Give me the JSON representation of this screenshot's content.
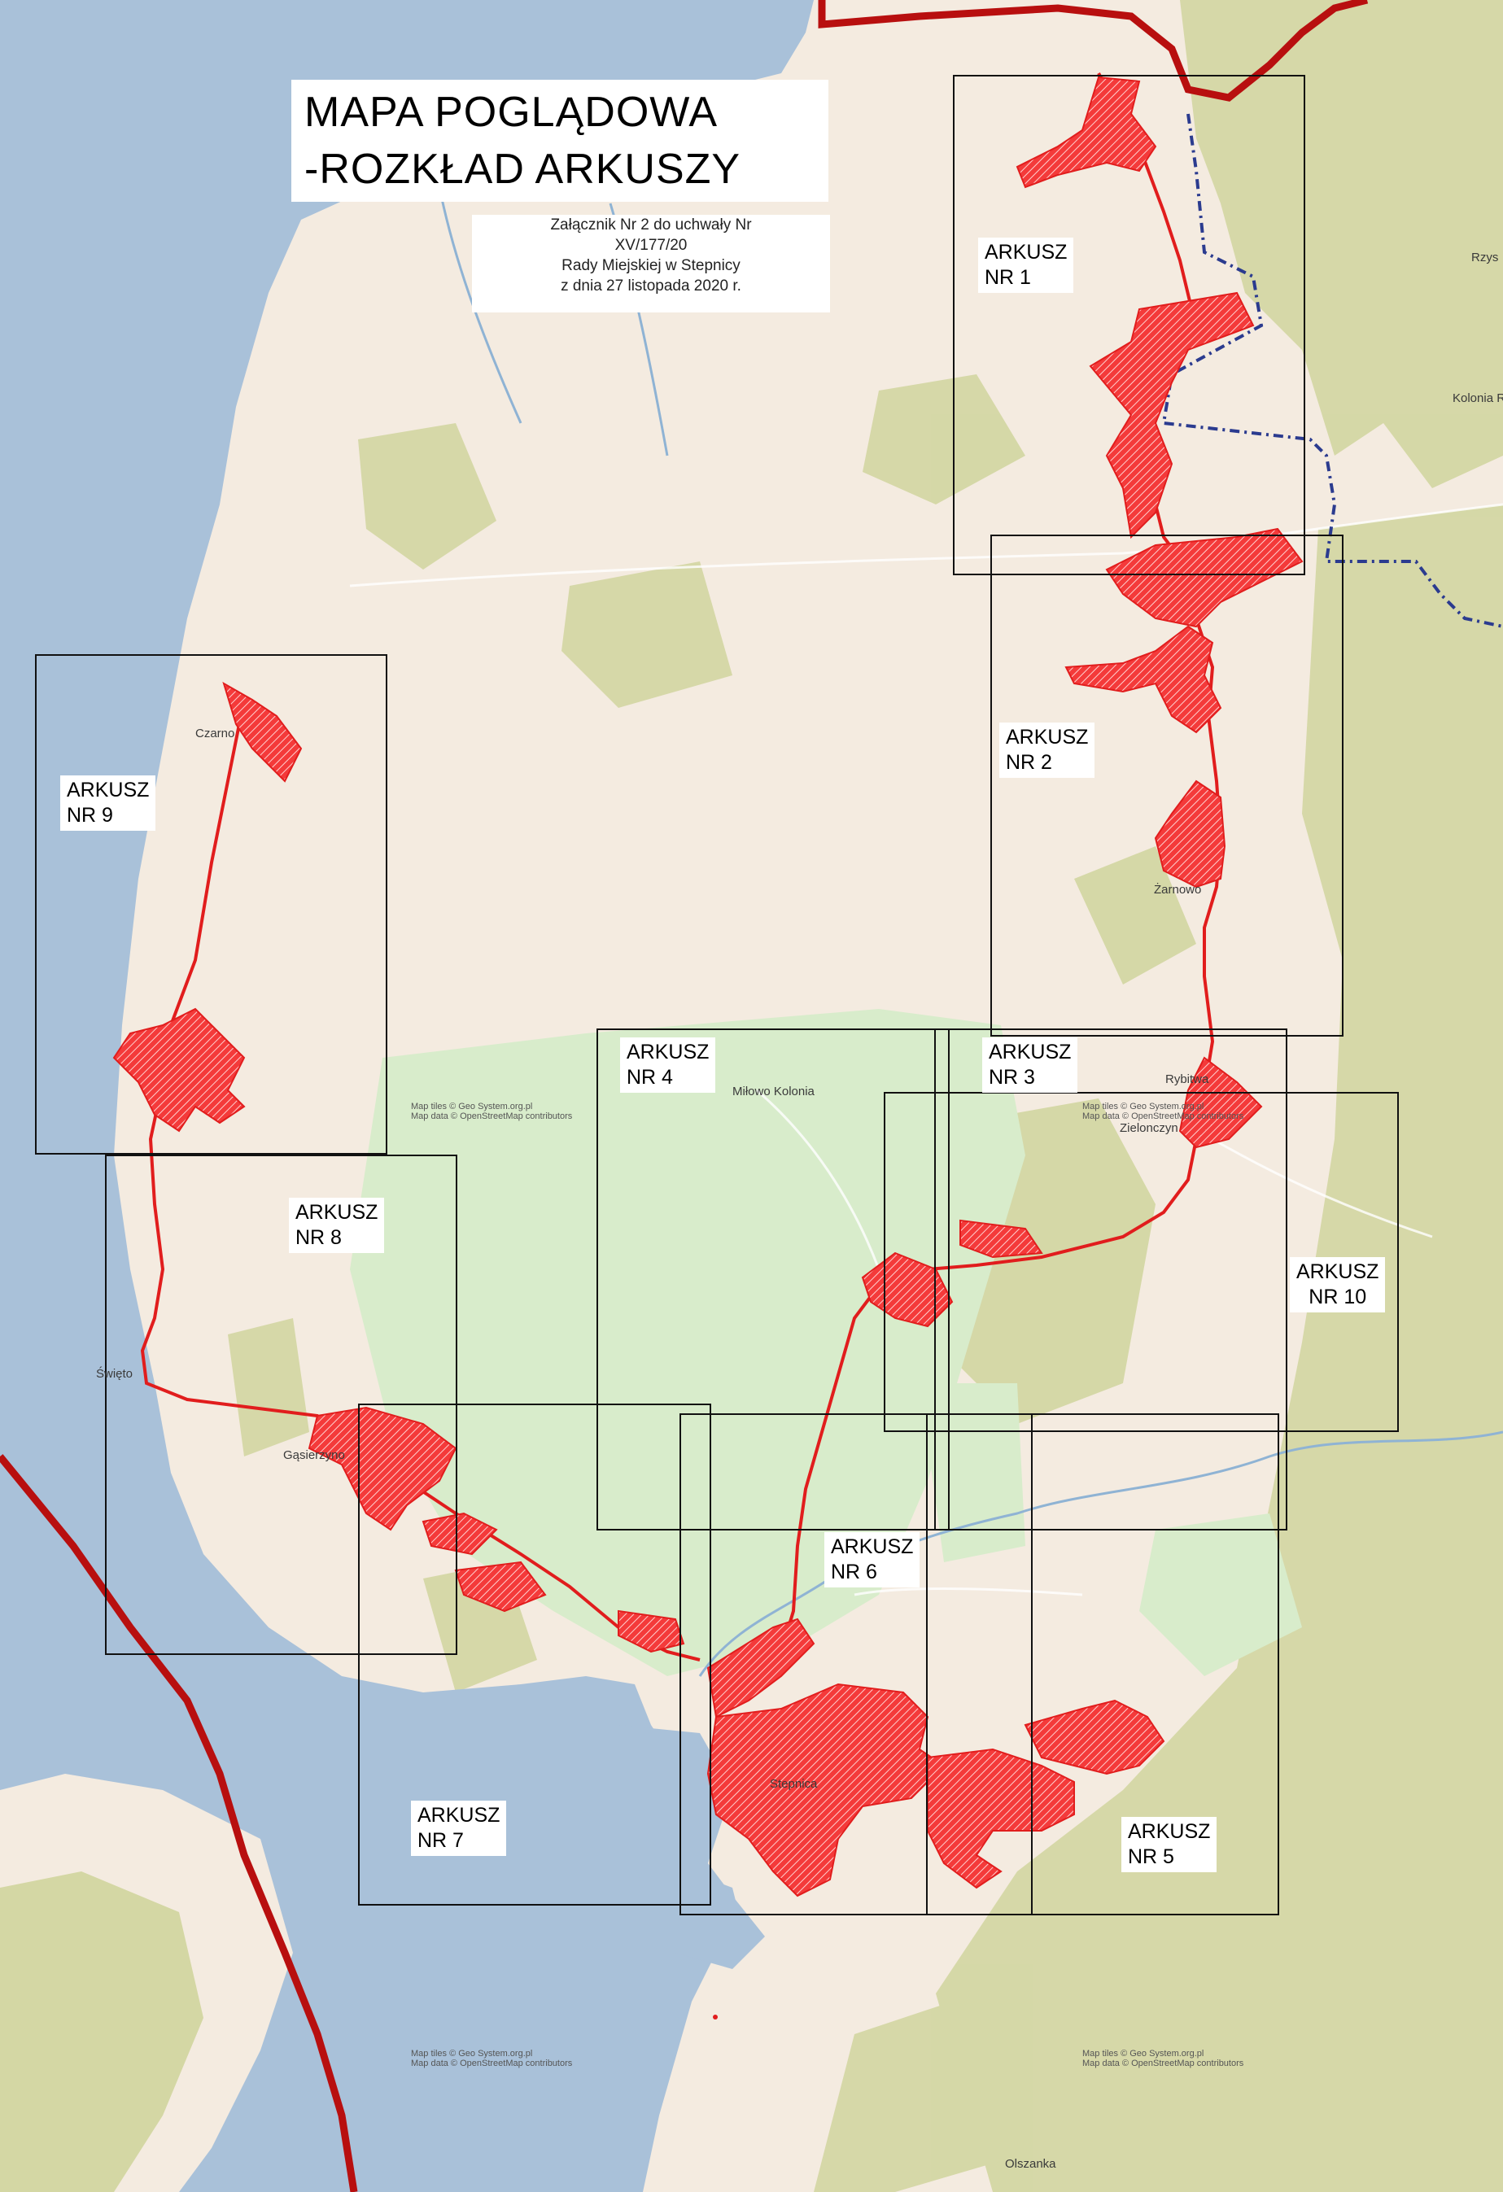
{
  "title": {
    "line1": "MAPA POGLĄDOWA",
    "line2": "-ROZKŁAD ARKUSZY"
  },
  "note": {
    "line1": "Załącznik Nr 2 do uchwały Nr",
    "line2": "XV/177/20",
    "line3": "Rady Miejskiej w Stepnicy",
    "line4": "z dnia 27 listopada 2020 r."
  },
  "sheets": [
    {
      "id": "nr1",
      "word": "ARKUSZ",
      "number": "NR 1"
    },
    {
      "id": "nr2",
      "word": "ARKUSZ",
      "number": "NR 2"
    },
    {
      "id": "nr3",
      "word": "ARKUSZ",
      "number": "NR 3"
    },
    {
      "id": "nr4",
      "word": "ARKUSZ",
      "number": "NR 4"
    },
    {
      "id": "nr5",
      "word": "ARKUSZ",
      "number": "NR 5"
    },
    {
      "id": "nr6",
      "word": "ARKUSZ",
      "number": "NR 6"
    },
    {
      "id": "nr7",
      "word": "ARKUSZ",
      "number": "NR 7"
    },
    {
      "id": "nr8",
      "word": "ARKUSZ",
      "number": "NR 8"
    },
    {
      "id": "nr9",
      "word": "ARKUSZ",
      "number": "NR 9"
    },
    {
      "id": "nr10",
      "word": "ARKUSZ",
      "number": "NR 10"
    }
  ],
  "places": {
    "czarnocin": "Czarno",
    "zarnowo": "Żarnowo",
    "milowo": "Miłowo Kolonia",
    "zielonczyn": "Zielonczyn",
    "rybitwa": "Rybitwa",
    "gasierzyno": "Gąsierzyno",
    "swietoujscie": "Święto",
    "olszanka": "Olszanka",
    "rzys": "Rzys",
    "kolonia": "Kolonia R",
    "stepnica": "Stepnica"
  },
  "attribution": {
    "line1": "Map tiles © Geo System.org.pl",
    "line2": "Map data © OpenStreetMap contributors"
  },
  "colors": {
    "water": "#a9c1d9",
    "land": "#f4ebe0",
    "forest": "#d6d9a8",
    "meadow": "#d9edc9",
    "area": "#f02020",
    "border_red": "#b80f0f",
    "border_blue": "#2b3b8f"
  }
}
